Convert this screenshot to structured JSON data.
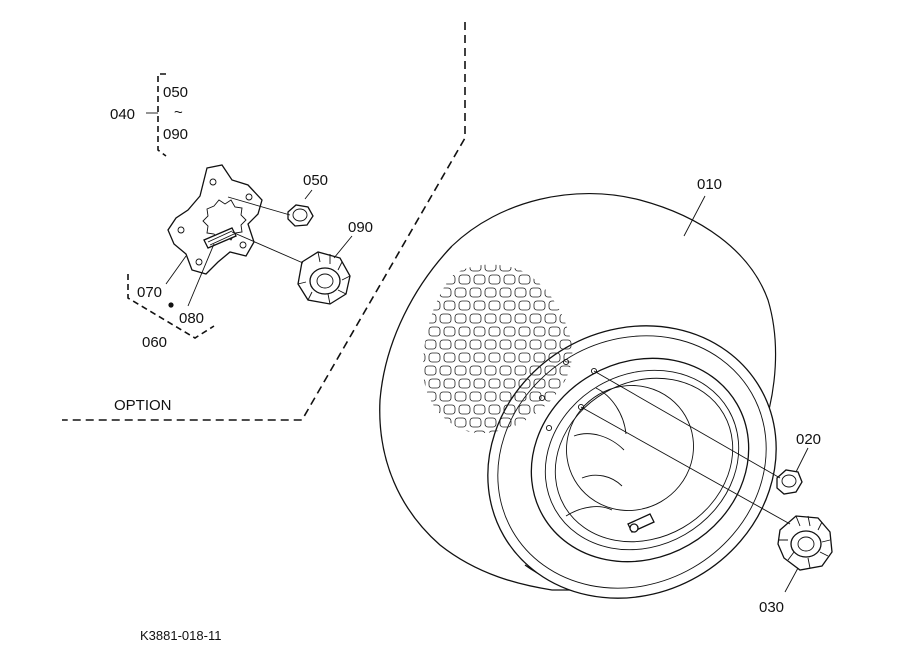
{
  "labels": {
    "p010": "010",
    "p020": "020",
    "p030": "030",
    "p040": "040",
    "p050_top": "050",
    "p050": "050",
    "tilde": "~",
    "p090_top": "090",
    "p090": "090",
    "p070": "070",
    "p080": "080",
    "p060": "060",
    "option": "OPTION",
    "figure_code": "K3881-018-11"
  }
}
